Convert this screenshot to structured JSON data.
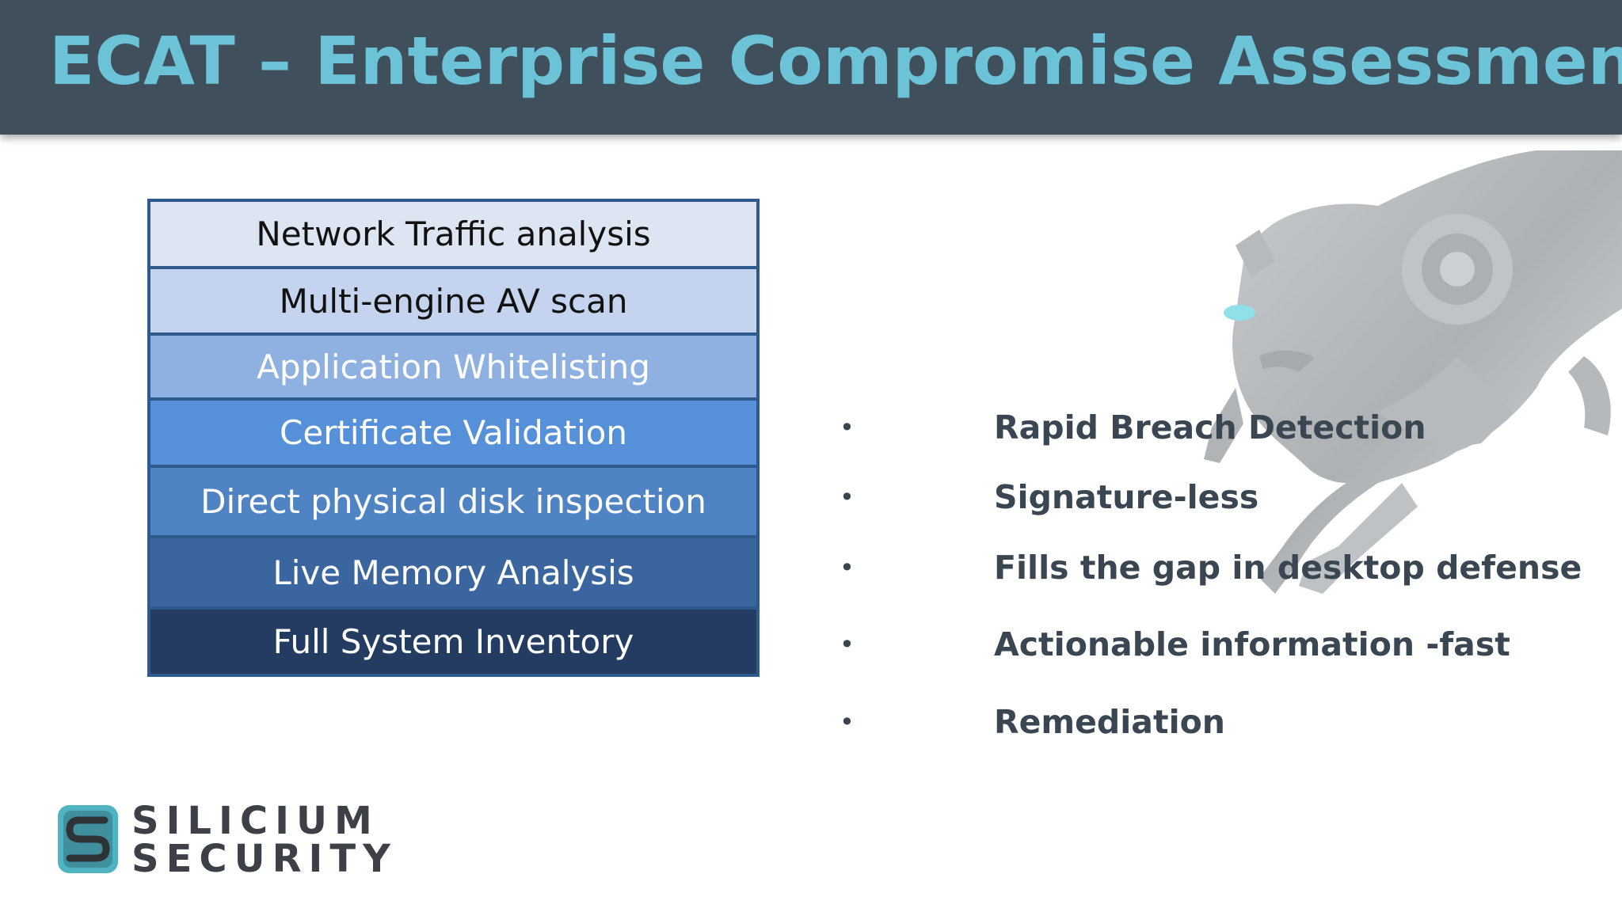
{
  "slide": {
    "title": "ECAT – Enterprise Compromise Assessment"
  },
  "layers": [
    "Network Traffic analysis",
    "Multi-engine AV scan",
    "Application Whitelisting",
    "Certificate Validation",
    "Direct physical disk inspection",
    "Live Memory Analysis",
    "Full System Inventory"
  ],
  "bullets": [
    "Rapid Breach Detection",
    "Signature-less",
    "Fills the gap in desktop defense",
    "Actionable information -fast",
    "Remediation"
  ],
  "bullet_symbol": "•",
  "logo": {
    "line1": "SILICIUM",
    "line2": "SECURITY"
  },
  "colors": {
    "title_bar": "#3f4f5b",
    "title_text": "#6cc3d8",
    "bullet_text": "#3a4753",
    "layer_border": "#2f5a8e"
  },
  "decorative_image": "robotic-panther-illustration"
}
